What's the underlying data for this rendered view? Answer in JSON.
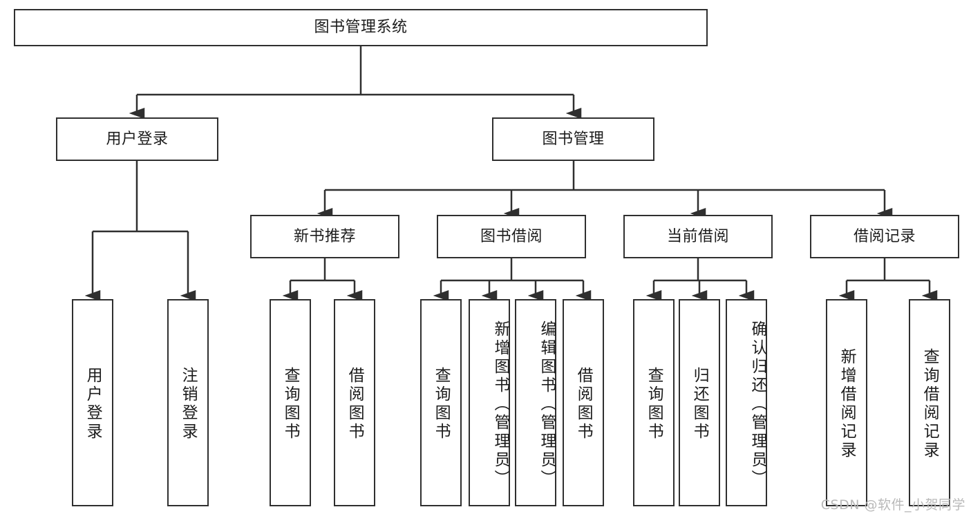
{
  "diagram": {
    "title_node": {
      "label": "图书管理系统"
    },
    "level2": [
      {
        "id": "user-login",
        "label": "用户登录"
      },
      {
        "id": "book-management",
        "label": "图书管理"
      }
    ],
    "level3": [
      {
        "id": "new-book-recommend",
        "label": "新书推荐"
      },
      {
        "id": "book-borrow",
        "label": "图书借阅"
      },
      {
        "id": "current-borrow",
        "label": "当前借阅"
      },
      {
        "id": "borrow-record",
        "label": "借阅记录"
      }
    ],
    "leaves": [
      {
        "id": "leaf-user-login",
        "label": "用户登录"
      },
      {
        "id": "leaf-user-logout",
        "label": "注销登录"
      },
      {
        "id": "leaf-query-book-1",
        "label": "查询图书"
      },
      {
        "id": "leaf-borrow-book-1",
        "label": "借阅图书"
      },
      {
        "id": "leaf-query-book-2",
        "label": "查询图书"
      },
      {
        "id": "leaf-add-book-admin",
        "label": "新增图书（管理员）"
      },
      {
        "id": "leaf-edit-book-admin",
        "label": "编辑图书（管理员）"
      },
      {
        "id": "leaf-borrow-book-2",
        "label": "借阅图书"
      },
      {
        "id": "leaf-query-book-3",
        "label": "查询图书"
      },
      {
        "id": "leaf-return-book",
        "label": "归还图书"
      },
      {
        "id": "leaf-confirm-return-admin",
        "label": "确认归还（管理员）"
      },
      {
        "id": "leaf-add-borrow-record",
        "label": "新增借阅记录"
      },
      {
        "id": "leaf-query-borrow-record",
        "label": "查询借阅记录"
      }
    ],
    "watermark": "CSDN @软件_小贺同学",
    "colors": {
      "stroke": "#2f2f2f",
      "fill": "#ffffff",
      "text": "#1c1c1c",
      "watermark": "#b9b9b9"
    }
  }
}
